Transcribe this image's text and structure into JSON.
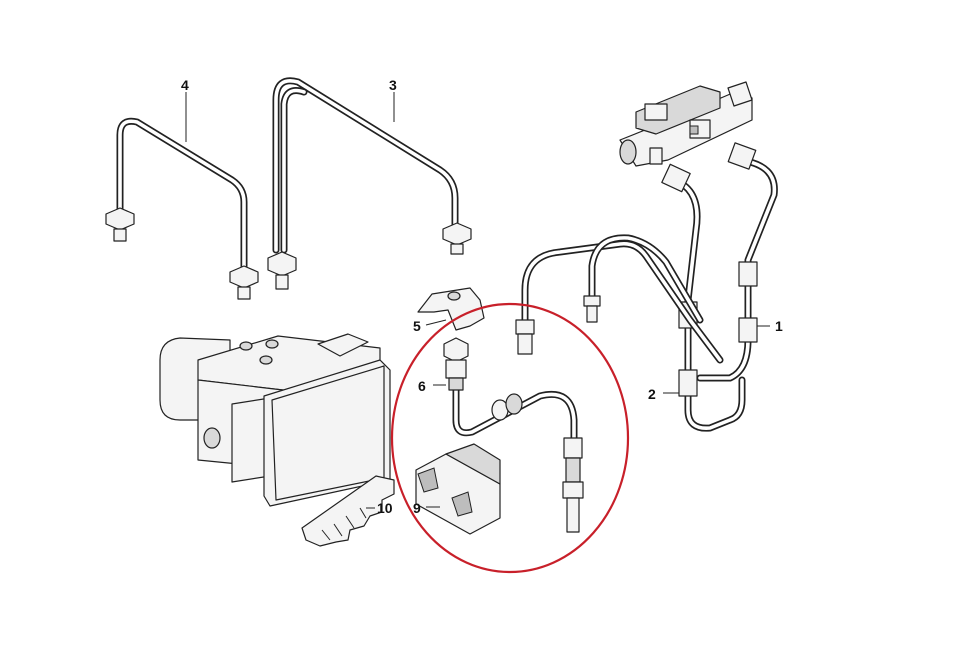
{
  "diagram": {
    "colors": {
      "line": "#222222",
      "highlight_circle": "#c8202a",
      "background": "#ffffff"
    },
    "callouts": [
      {
        "id": "1",
        "label": "1"
      },
      {
        "id": "2",
        "label": "2"
      },
      {
        "id": "3",
        "label": "3"
      },
      {
        "id": "4",
        "label": "4"
      },
      {
        "id": "5",
        "label": "5"
      },
      {
        "id": "6",
        "label": "6"
      },
      {
        "id": "9",
        "label": "9"
      },
      {
        "id": "10",
        "label": "10"
      }
    ]
  }
}
